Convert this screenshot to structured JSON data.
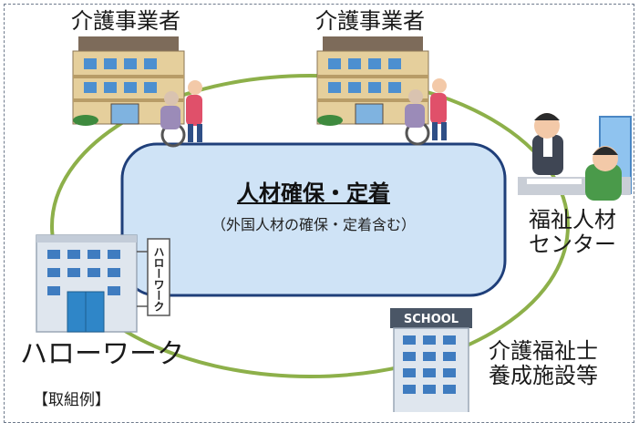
{
  "labels": {
    "top_left": "介護事業者",
    "top_right": "介護事業者",
    "welfare_center": [
      "福祉人材",
      "センター"
    ],
    "hello_work": "ハローワーク",
    "training_school": [
      "介護福祉士",
      "養成施設等"
    ],
    "examples_heading": "【取組例】"
  },
  "center": {
    "title": "人材確保・定着",
    "subtitle": "（外国人材の確保・定着含む）"
  },
  "signs": {
    "school": "SCHOOL",
    "hello_vertical": "ハローワーク"
  },
  "colors": {
    "ring": "#8db04a",
    "center_fill": "#cfe3f6",
    "center_stroke": "#1f3f7a",
    "building_wall": "#e5cf9c",
    "building_roof": "#7d6b5a",
    "window": "#4c8fd0",
    "office_wall": "#dfe6ee",
    "office_window": "#3f7cc0"
  }
}
